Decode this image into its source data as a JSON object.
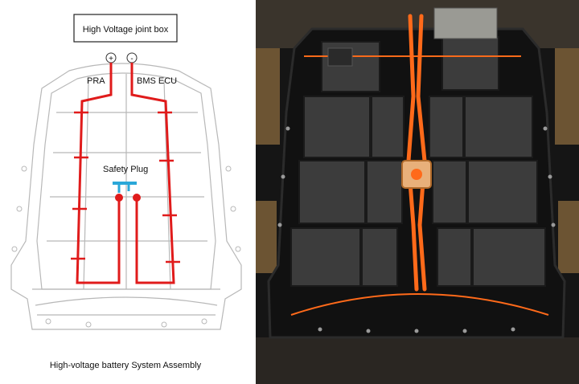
{
  "diagram": {
    "joint_box_label": "High Voltage joint box",
    "positive_terminal": "+",
    "negative_terminal": "-",
    "pra_label": "PRA",
    "bms_label": "BMS ECU",
    "safety_plug_label": "Safety Plug",
    "caption": "High-voltage battery System Assembly",
    "circuit_color": "#e01b1b",
    "plug_color": "#2aa7d8"
  },
  "photo": {
    "cable_color": "#ff6a1a",
    "module_color": "#3a3a3a",
    "frame_color": "#111111"
  }
}
